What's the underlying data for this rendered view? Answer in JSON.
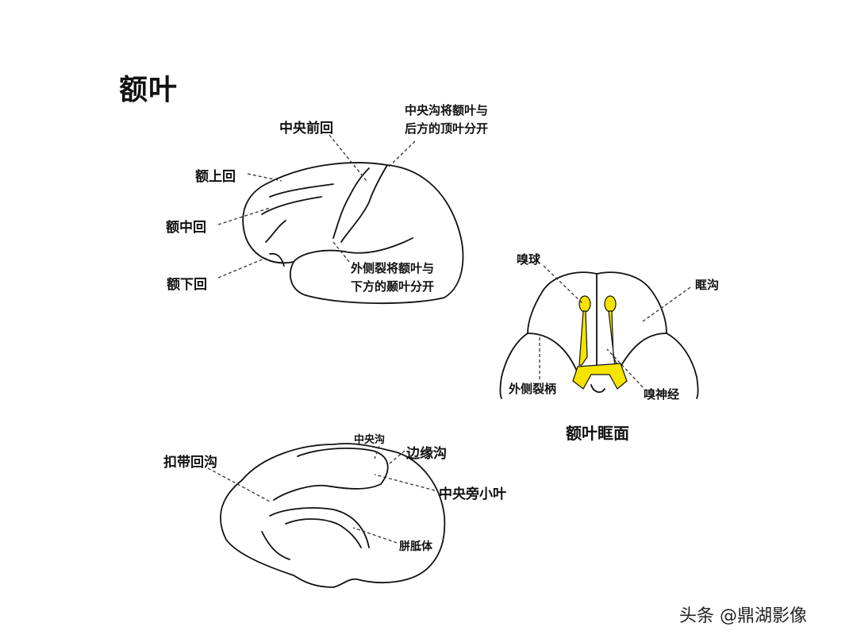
{
  "title": "额叶",
  "lateral_view": {
    "labels": {
      "precentral_gyrus": "中央前回",
      "central_sulcus_line1": "中央沟将额叶与",
      "central_sulcus_line2": "后方的顶叶分开",
      "superior_frontal_gyrus": "额上回",
      "middle_frontal_gyrus": "额中回",
      "inferior_frontal_gyrus": "额下回",
      "lateral_fissure_line1": "外侧裂将额叶与",
      "lateral_fissure_line2": "下方的颞叶分开"
    }
  },
  "orbital_view": {
    "caption": "额叶眶面",
    "labels": {
      "olfactory_bulb": "嗅球",
      "orbital_sulcus": "眶沟",
      "lateral_fissure_stem": "外侧裂柄",
      "olfactory_nerve": "嗅神经"
    },
    "highlight_color": "#f5e400"
  },
  "medial_view": {
    "labels": {
      "cingulate_sulcus": "扣带回沟",
      "central_sulcus": "中央沟",
      "marginal_sulcus": "边缘沟",
      "paracentral_lobule": "中央旁小叶",
      "corpus_callosum": "胼胝体"
    }
  },
  "watermark": "头条 @鼎湖影像"
}
